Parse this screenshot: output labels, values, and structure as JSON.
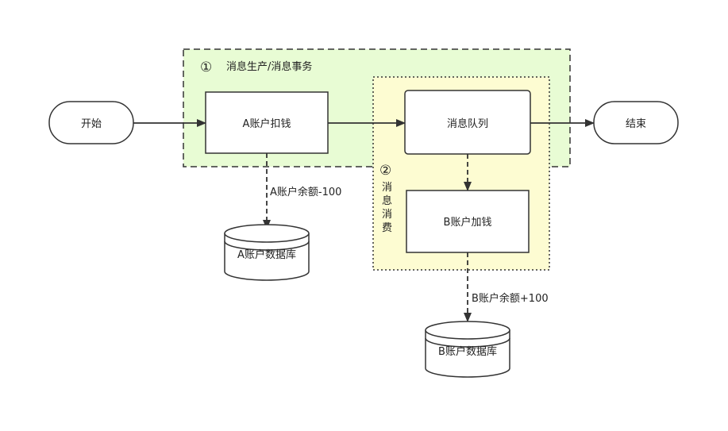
{
  "regions": {
    "producer_label": "消息生产/消息事务",
    "producer_number": "①",
    "consumer_number": "②",
    "consumer_chars": [
      "消",
      "息",
      "消",
      "费"
    ]
  },
  "nodes": {
    "start": "开始",
    "end": "结束",
    "debit_a": "A账户扣钱",
    "queue": "消息队列",
    "credit_b": "B账户加钱",
    "db_a": "A账户数据库",
    "db_b": "B账户数据库"
  },
  "edges": {
    "a_balance": "A账户余额-100",
    "b_balance": "B账户余额+100"
  },
  "colors": {
    "producer_fill": "#e8fcd4",
    "consumer_fill": "#fdfcd2",
    "box_fill": "#ffffff",
    "stroke": "#333333"
  }
}
